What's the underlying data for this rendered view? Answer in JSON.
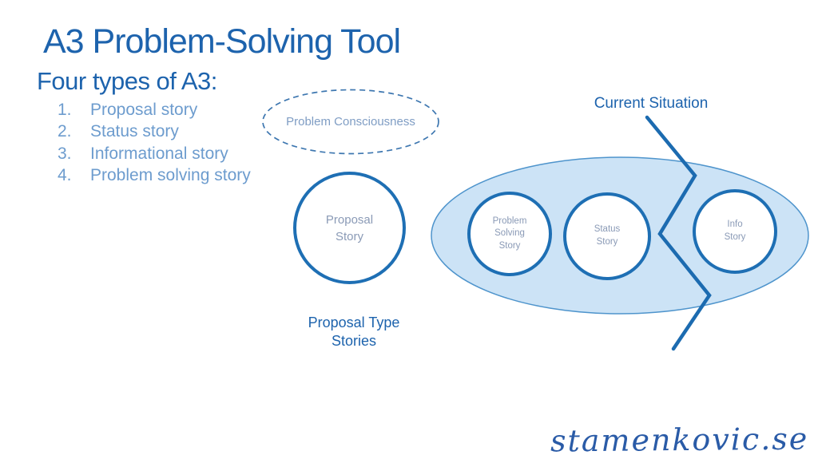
{
  "slide": {
    "title": "A3 Problem-Solving Tool",
    "subtitle": "Four types of A3:",
    "list": [
      {
        "number": "1.",
        "label": "Proposal story"
      },
      {
        "number": "2.",
        "label": "Status story"
      },
      {
        "number": "3.",
        "label": "Informational story"
      },
      {
        "number": "4.",
        "label": "Problem solving story"
      }
    ]
  },
  "diagram": {
    "problem_consciousness": {
      "label": "Problem Consciousness"
    },
    "proposal_circle": {
      "line1": "Proposal",
      "line2": "Story"
    },
    "proposal_type_label": {
      "line1": "Proposal Type",
      "line2": "Stories"
    },
    "current_situation": {
      "label": "Current Situation"
    },
    "group_circles": [
      {
        "line1": "Problem",
        "line2": "Solving",
        "line3": "Story"
      },
      {
        "line1": "Status",
        "line2": "Story"
      },
      {
        "line1": "Info",
        "line2": "Story"
      }
    ]
  },
  "watermark": "stamenkovic.se",
  "colors": {
    "title_blue": "#1d63ad",
    "list_blue": "#6d9cce",
    "circle_stroke_blue": "#1e6fb4",
    "circle_text_gray_blue": "#8a9ab6",
    "dashed_ellipse_stroke": "#3e77b0",
    "dashed_ellipse_text": "#7f9dc4",
    "big_ellipse_fill": "#cce3f6",
    "big_ellipse_stroke": "#4e94cc",
    "zigzag_blue": "#1c6bb0",
    "watermark_blue": "#2a5ba7"
  }
}
